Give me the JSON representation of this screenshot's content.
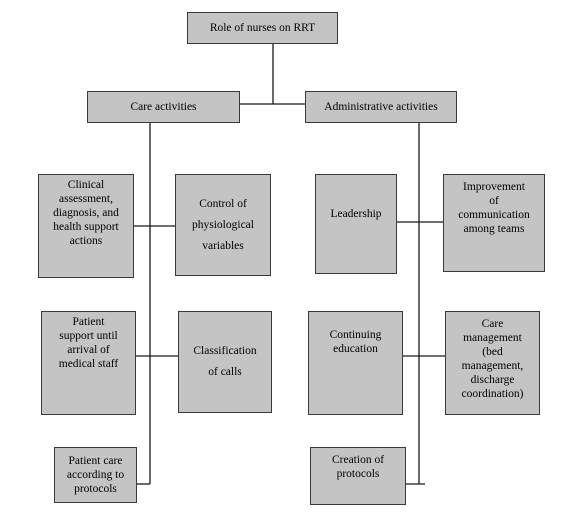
{
  "diagram": {
    "root": "Role of nurses on RRT",
    "care_activities": {
      "label": "Care activities",
      "items": [
        "Clinical\nassessment,\ndiagnosis, and\nhealth support\nactions",
        "Control of\nphysiological\nvariables",
        "Patient\nsupport until\narrival of\nmedical staff",
        "Classification\nof calls",
        "Patient care\naccording to\nprotocols"
      ]
    },
    "administrative_activities": {
      "label": "Administrative activities",
      "items": [
        "Leadership",
        "Improvement\nof\ncommunication\namong teams",
        "Continuing\neducation",
        "Care\nmanagement\n(bed\nmanagement,\ndischarge\ncoordination)",
        "Creation of\nprotocols"
      ]
    }
  }
}
